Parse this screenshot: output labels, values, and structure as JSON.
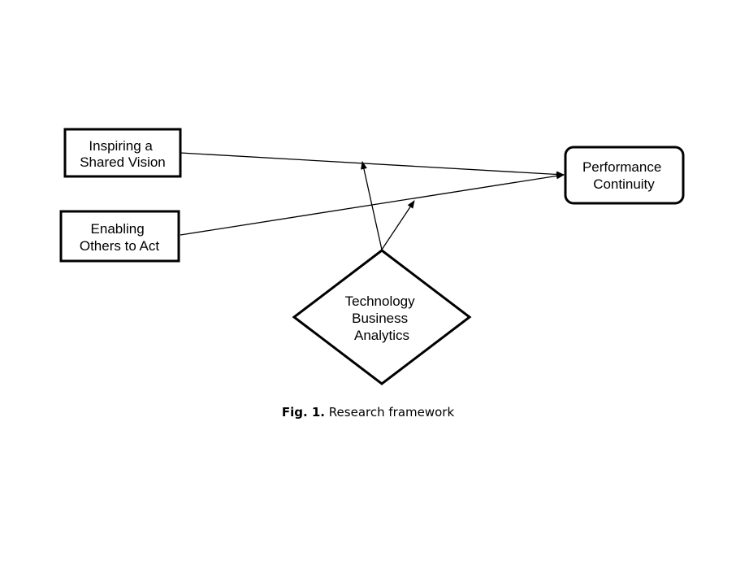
{
  "nodes": {
    "vision": {
      "lines": [
        "Inspiring a",
        "Shared Vision"
      ]
    },
    "enabling": {
      "lines": [
        "Enabling",
        "Others to Act"
      ]
    },
    "performance": {
      "lines": [
        "Performance",
        "Continuity"
      ]
    },
    "technology": {
      "lines": [
        "Technology",
        "Business",
        "Analytics"
      ]
    }
  },
  "caption": {
    "label": "Fig. 1.",
    "text": "Research framework"
  },
  "colors": {
    "stroke": "#000000",
    "background": "#ffffff"
  }
}
